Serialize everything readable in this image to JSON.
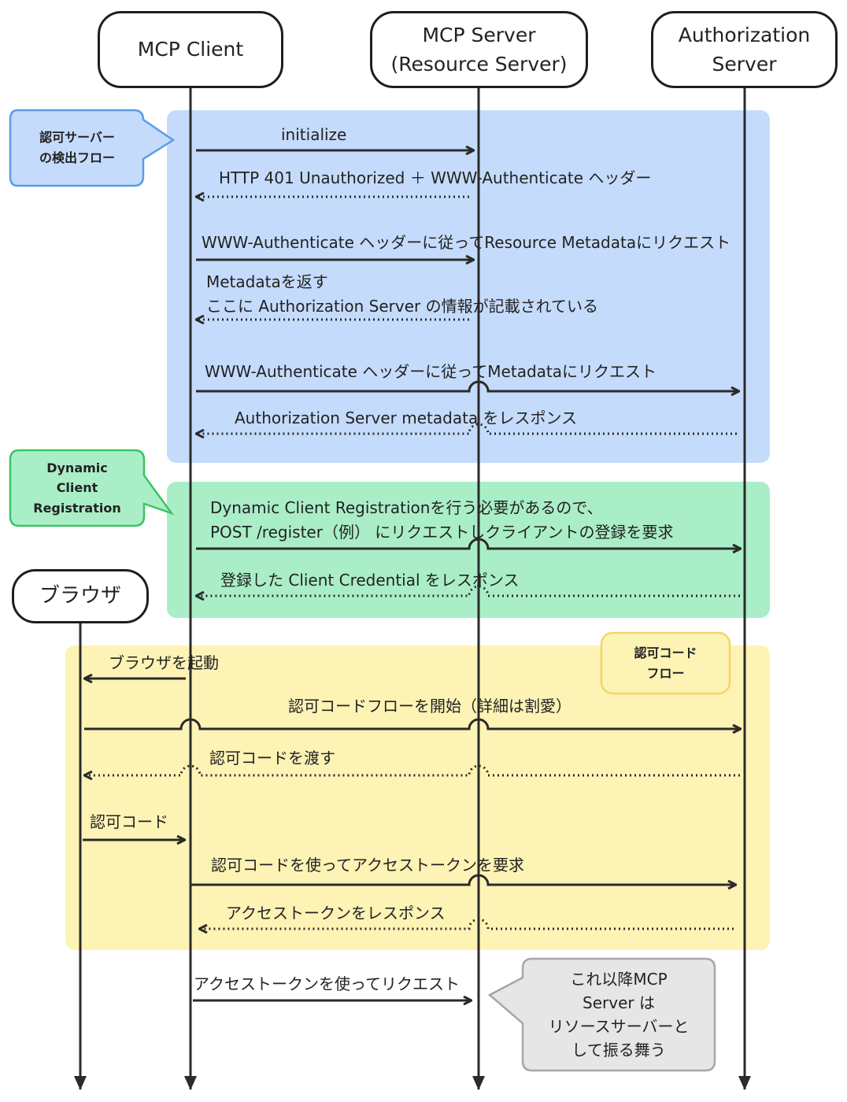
{
  "actors": {
    "client": "MCP Client",
    "mcp_server": "MCP Server\n(Resource Server)",
    "auth_server": "Authorization\nServer",
    "browser": "ブラウザ"
  },
  "groups": {
    "discovery": "認可サーバー\nの検出フロー",
    "dcr": "Dynamic\nClient\nRegistration",
    "auth_code": "認可コード\nフロー"
  },
  "messages": {
    "m1": "initialize",
    "m2": "HTTP 401 Unauthorized ＋ WWW-Authenticate ヘッダー",
    "m3": "WWW-Authenticate ヘッダーに従ってResource Metadataにリクエスト",
    "m4": "Metadataを返す\nここに Authorization Server の情報が記載されている",
    "m5": "WWW-Authenticate ヘッダーに従ってMetadataにリクエスト",
    "m6": "Authorization Server metadata をレスポンス",
    "m7": "Dynamic Client Registrationを行う必要があるので、\nPOST /register（例） にリクエストしクライアントの登録を要求",
    "m8": "登録した Client Credential をレスポンス",
    "m9": "ブラウザを起動",
    "m10": "認可コードフローを開始（詳細は割愛）",
    "m11": "認可コードを渡す",
    "m12": "認可コード",
    "m13": "認可コードを使ってアクセストークンを要求",
    "m14": "アクセストークンをレスポンス",
    "m15": "アクセストークンを使ってリクエスト"
  },
  "note": "これ以降MCP\nServer は\nリソースサーバーと\nして振る舞う",
  "colors": {
    "discovery_bg": "#c5dbfb",
    "discovery_callout_bg": "#c5dbfb",
    "discovery_callout_border": "#5b9be8",
    "dcr_bg": "#aaeec7",
    "dcr_callout_border": "#3cc463",
    "auth_bg": "#fdf3b5",
    "auth_callout_border": "#f5d46a",
    "note_bg": "#e6e6e6",
    "note_border": "#a6a6a6",
    "line": "#2b2b2b"
  }
}
